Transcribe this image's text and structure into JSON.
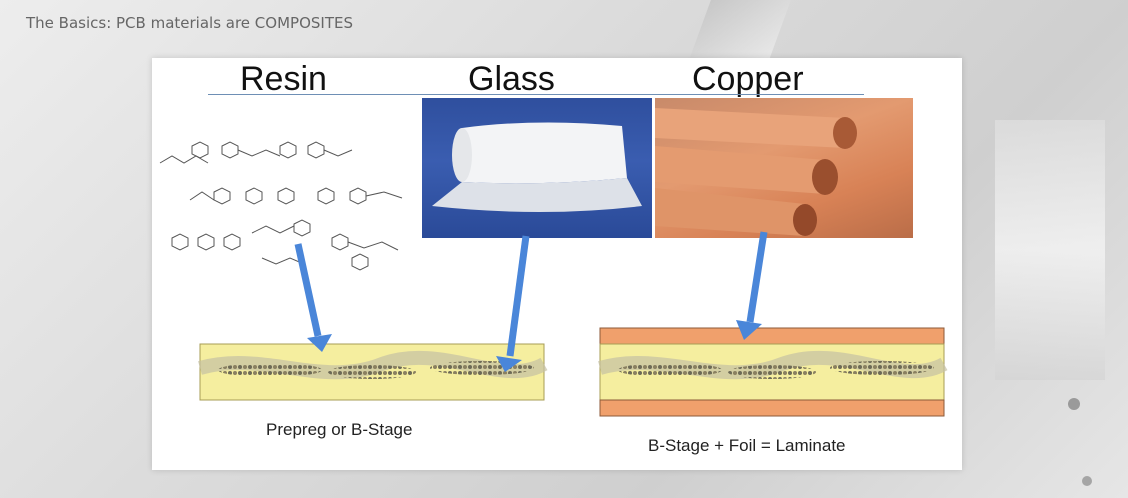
{
  "header": {
    "title": "The Basics: PCB materials are COMPOSITES"
  },
  "columns": {
    "resin": "Resin",
    "glass": "Glass",
    "copper": "Copper"
  },
  "captions": {
    "prepreg": "Prepreg or B-Stage",
    "laminate": "B-Stage + Foil = Laminate"
  },
  "colors": {
    "arrow": "#4a86d9",
    "resin_layer": "#f5ee9f",
    "copper_layer": "#f0a06c",
    "glass_blue": "#2f4f9e"
  }
}
